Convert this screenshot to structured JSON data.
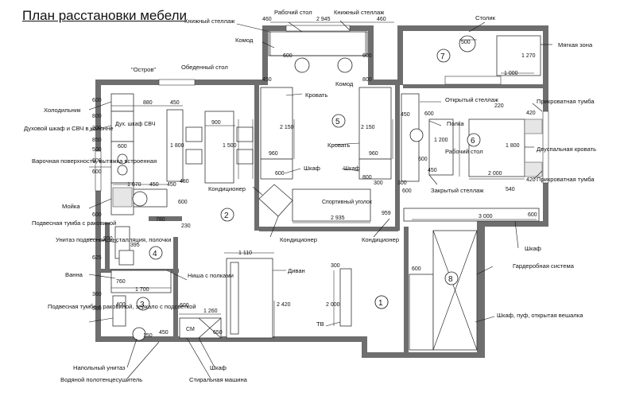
{
  "title": "План расстановки мебели",
  "labels": {
    "bookshelf_top": "Книжный стеллаж",
    "work_desk_top": "Рабочий стол",
    "bookshelf_top2": "Книжный стеллаж",
    "coffee_table": "Столик",
    "dresser1": "Комод",
    "soft_zone": "Мягкая зона",
    "island": "\"Остров\"",
    "dining_table": "Обеденный стол",
    "dresser2": "Комод",
    "fridge": "Холодильник",
    "oven": "Духовой шкаф и СВЧ в колонне",
    "oven_small": "Дух. шкаф СВЧ",
    "hob": "Варочная поверхность, вытяжка встроенная",
    "sink": "Мойка",
    "bed1": "Кровать",
    "bed2": "Кровать",
    "open_shelf": "Открытый стеллаж",
    "shelf": "Полка",
    "work_desk2": "Рабочий стол",
    "bedside1": "Прикроватная тумба",
    "double_bed": "Двуспальная кровать",
    "bedside2": "Прикроватная тумба",
    "wardrobe1": "Шкаф",
    "wardrobe2": "Шкаф",
    "conditioner1": "Кондиционер",
    "closed_shelf": "Закрытый стеллаж",
    "sport_corner": "Спортивный уголок",
    "conditioner2": "Кондиционер",
    "conditioner3": "Кондиционер",
    "vanity1": "Подвесная тумба с раковиной",
    "toilet_hung": "Унитаз подвесной, инсталляция, полочки",
    "bath": "Ванна",
    "niche": "Ниша с полками",
    "sofa": "Диван",
    "wardrobe3": "Шкаф",
    "dressing": "Гардеробная система",
    "vanity2": "Подвесная тумба с раковиной, зеркало с подсветкой",
    "wardrobe_pouf": "Шкаф, пуф, открытая вешалка",
    "tv": "ТВ",
    "floor_toilet": "Напольный унитаз",
    "towel_warmer": "Водяной полотенцесушитель",
    "wardrobe4": "Шкаф",
    "washer": "Стиральная машина",
    "washer_mark": "СМ"
  },
  "rooms": [
    "1",
    "2",
    "3",
    "4",
    "5",
    "6",
    "7",
    "8"
  ],
  "dims": {
    "d2945": "2 945",
    "d460a": "460",
    "d460b": "460",
    "d600a": "600",
    "d600b": "600",
    "d450a": "450",
    "d800a": "800",
    "d880": "880",
    "d450b": "450",
    "d900": "900",
    "d1800a": "1 800",
    "d1500": "1 500",
    "d600c": "600",
    "d800b": "800",
    "d300a": "300",
    "d600d": "600",
    "d850": "850",
    "d500a": "500",
    "d600e": "600",
    "d600f": "600",
    "d1070": "1 070",
    "d450c": "450",
    "d450d": "450",
    "d480": "480",
    "d600g": "600",
    "d600h": "600",
    "d2150a": "2 150",
    "d960a": "960",
    "d600i": "600",
    "d2150b": "2 150",
    "d960b": "960",
    "d800c": "800",
    "d300b": "300",
    "d2935": "2 935",
    "d959": "959",
    "d500b": "500",
    "d1270": "1 270",
    "d1000": "1 000",
    "d450e": "450",
    "d600j": "600",
    "d220": "220",
    "d1200": "1 200",
    "d1800b": "1 800",
    "d420a": "420",
    "d600k": "600",
    "d450f": "450",
    "d2000a": "2 000",
    "d420b": "420",
    "d540": "540",
    "d300c": "300",
    "d600l": "600",
    "d600m": "600",
    "d3000": "3 000",
    "d600n": "600",
    "d780": "780",
    "d230": "230",
    "d395": "395",
    "d200": "200",
    "d625": "625",
    "d1110": "1 110",
    "d760": "760",
    "d1700": "1 700",
    "d2420": "2 420",
    "d300d": "300",
    "d2000b": "2 000",
    "d360": "360",
    "d400": "400",
    "d580": "580",
    "d1260": "1 260",
    "d450g": "450",
    "d150": "150",
    "d650": "650",
    "d600o": "600"
  }
}
